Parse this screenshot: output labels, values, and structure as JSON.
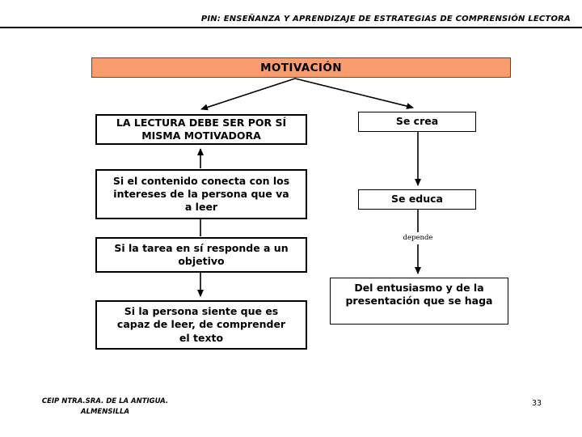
{
  "header": {
    "title": "PIN: ENSEÑANZA Y APRENDIZAJE DE ESTRATEGIAS DE COMPRENSIÓN LECTORA"
  },
  "slide": {
    "title": "MOTIVACIÓN",
    "left_boxes": [
      {
        "label": "LA LECTURA DEBE SER POR SÍ\nMISMA MOTIVADORA"
      },
      {
        "label": "Si el contenido conecta con los\nintereses de la persona que va\na leer"
      },
      {
        "label": "Si la tarea en sí responde a un\nobjetivo"
      },
      {
        "label": "Si la persona siente que es\ncapaz de leer, de comprender\nel texto"
      }
    ],
    "right_boxes": [
      {
        "label": "Se crea"
      },
      {
        "label": "Se educa"
      },
      {
        "label": "Del entusiasmo y de la\npresentación que se haga"
      }
    ],
    "connector_label": "depende",
    "colors": {
      "title_fill": "#FA9D6E",
      "title_border": "#8B3E08",
      "line_color": "#000000"
    }
  },
  "footer": {
    "institution": "CEIP NTRA.SRA. DE LA ANTIGUA.\nALMENSILLA",
    "page_number": "33"
  }
}
